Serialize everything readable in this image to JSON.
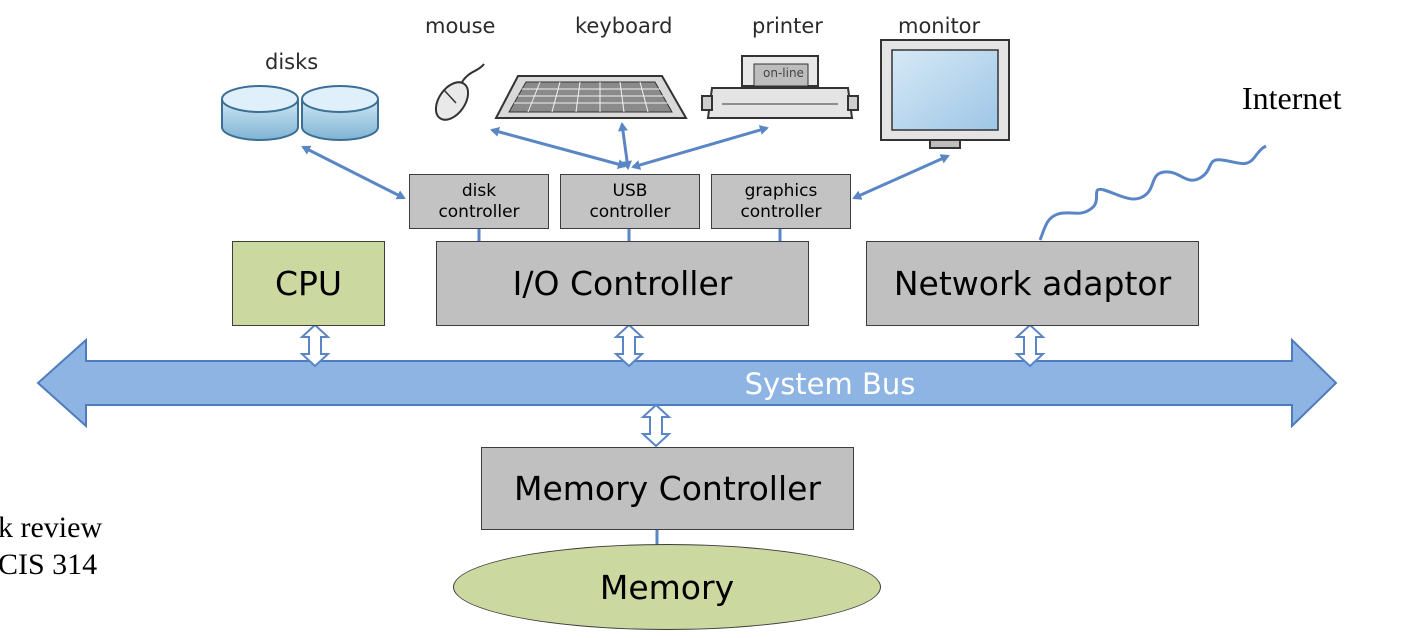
{
  "devices": {
    "disks": "disks",
    "mouse": "mouse",
    "keyboard": "keyboard",
    "printer": "printer",
    "printer_panel": "on-line",
    "monitor": "monitor"
  },
  "controllers": {
    "disk": "disk\ncontroller",
    "usb": "USB\ncontroller",
    "graphics": "graphics\ncontroller"
  },
  "blocks": {
    "cpu": "CPU",
    "io_controller": "I/O Controller",
    "network_adaptor": "Network adaptor",
    "memory_controller": "Memory Controller",
    "memory": "Memory"
  },
  "bus": {
    "label": "System Bus"
  },
  "internet": "Internet",
  "side_text": {
    "line1": "k review",
    "line2": "CIS 314"
  },
  "colors": {
    "bus_fill": "#8db4e2",
    "arrow_blue": "#5b86c5",
    "cpu_fill": "#cbd89f",
    "memory_fill": "#cbd89f",
    "box_gray": "#c0c0c0"
  }
}
